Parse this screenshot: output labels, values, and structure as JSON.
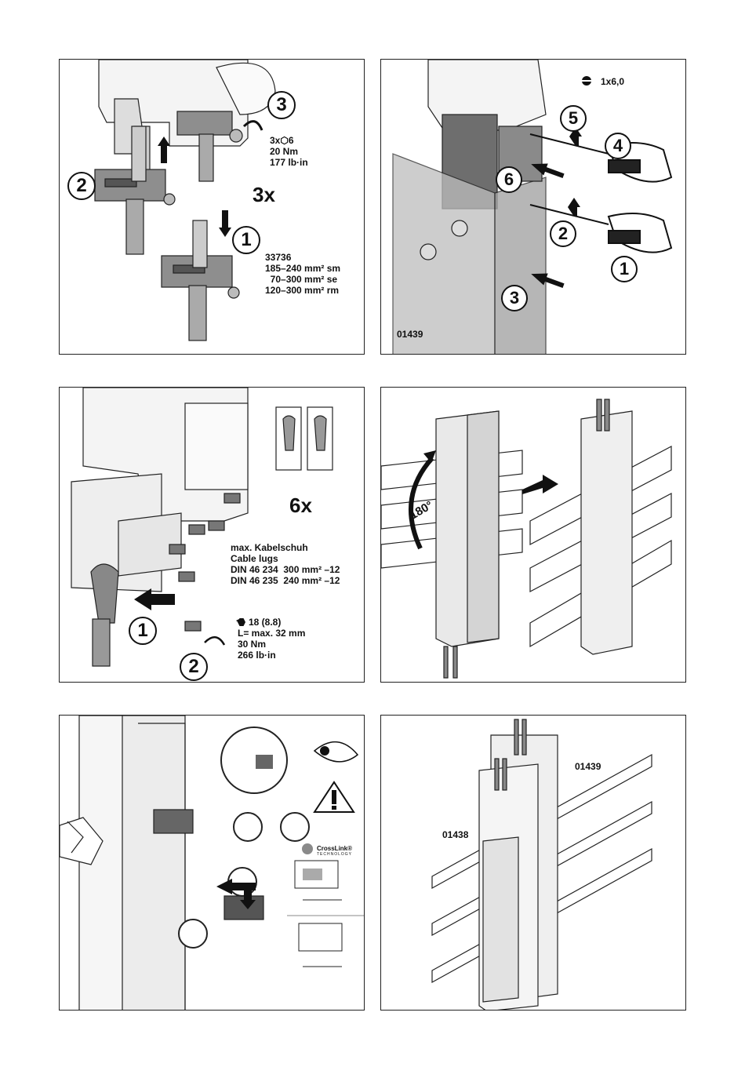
{
  "panel1": {
    "step1": "1",
    "step2": "2",
    "step3": "3",
    "repeat": "3x",
    "torque_lines": [
      "3x⬡6",
      "20 Nm",
      "177 lb·in"
    ],
    "spec_lines": [
      "33736",
      "185–240 mm² sm",
      "  70–300 mm² se",
      "120–300 mm² rm"
    ]
  },
  "panel2": {
    "tool": "1x6,0",
    "steps": [
      "1",
      "2",
      "3",
      "4",
      "5",
      "6"
    ],
    "code": "01439"
  },
  "panel3": {
    "repeat": "6x",
    "lug_lines": [
      "max. Kabelschuh",
      "Cable lugs",
      "DIN 46 234  300 mm² –12",
      "DIN 46 235  240 mm² –12"
    ],
    "bolt_lines": [
      "18 (8.8)",
      "L= max. 32 mm",
      "30 Nm",
      "266 lb·in"
    ],
    "step1": "1",
    "step2": "2"
  },
  "panel4": {
    "rotation": "180°"
  },
  "panel5": {
    "logo_lines": [
      "CrossLink®",
      "TECHNOLOGY"
    ]
  },
  "panel6": {
    "code_a": "01439",
    "code_b": "01438"
  },
  "colors": {
    "line": "#111111",
    "shade": "#9a9a9a",
    "light": "#e8e8e8"
  }
}
